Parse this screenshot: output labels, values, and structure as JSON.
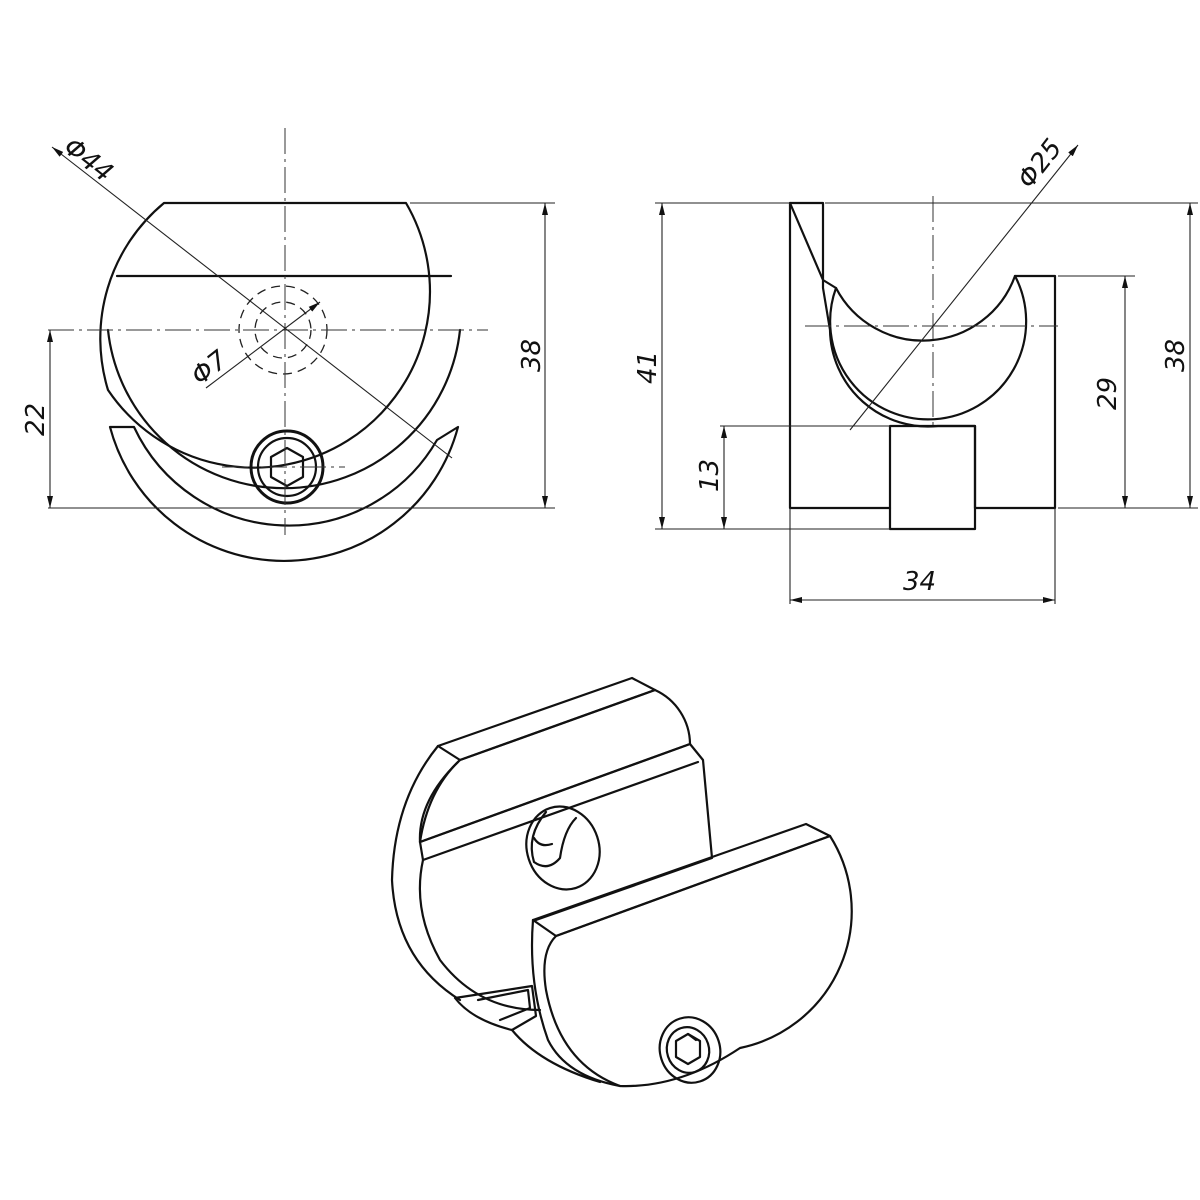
{
  "front_view": {
    "dia_outer": "Φ44",
    "dia_hole": "Φ7",
    "height_total": "38",
    "height_axis": "22"
  },
  "side_view": {
    "dia_tube": "Φ25",
    "height_overall": "41",
    "height_body": "38",
    "height_slot_wall": "29",
    "height_screw_block": "13",
    "width": "34"
  }
}
